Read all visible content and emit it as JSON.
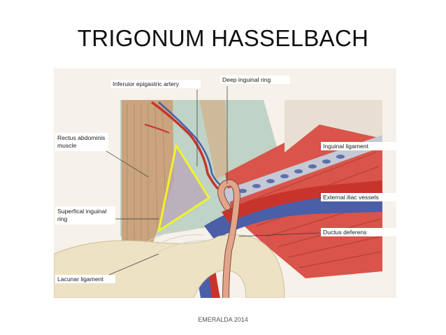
{
  "slide": {
    "title": "TRIGONUM HASSELBACH",
    "footer": "EMERALDA 2014"
  },
  "figure": {
    "labels": {
      "inferior_epigastric_artery": "Inferuior epigastric artery",
      "deep_inguinal_ring": "Deep inguinal ring",
      "rectus_line1": "Rectus abdominis",
      "rectus_line2": "muscle",
      "inguinal_ligament": "Inguinal ligament",
      "external_iliac_vessels": "External iliac vessels",
      "superficial_ring_line1": "Superfical inguinal",
      "superficial_ring_line2": "ring",
      "ductus_deferens": "Ductus deferens",
      "lacunar_ligament": "Lacunar ligament"
    },
    "colors": {
      "muscle_red": "#d9544a",
      "rectus_tan": "#c9a47e",
      "fascia_green": "#b9cfc0",
      "bone": "#ede3c4",
      "artery": "#c8342c",
      "vein": "#4a5fa8",
      "ductus": "#e3a48c",
      "triangle_outline": "#f2f22a"
    }
  }
}
